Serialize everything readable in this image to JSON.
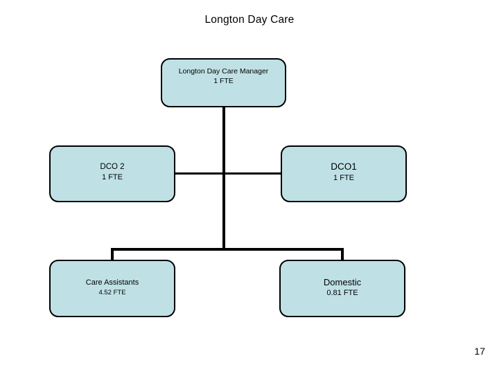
{
  "slide": {
    "title": "Longton Day Care",
    "page_number": "17",
    "colors": {
      "node_fill": "#bfe1e5",
      "node_border": "#000000",
      "connector": "#000000",
      "background": "#ffffff",
      "text": "#000000"
    }
  },
  "org_chart": {
    "nodes": [
      {
        "id": "manager",
        "title": "Longton Day Care Manager",
        "fte": "1 FTE",
        "level": 0
      },
      {
        "id": "dco2",
        "title": "DCO 2",
        "fte": "1 FTE",
        "level": 1
      },
      {
        "id": "dco1",
        "title": "DCO1",
        "fte": "1 FTE",
        "level": 1
      },
      {
        "id": "care-assistants",
        "title": "Care Assistants",
        "fte": "4.52 FTE",
        "level": 2
      },
      {
        "id": "domestic",
        "title": "Domestic",
        "fte": "0.81 FTE",
        "level": 2
      }
    ]
  }
}
